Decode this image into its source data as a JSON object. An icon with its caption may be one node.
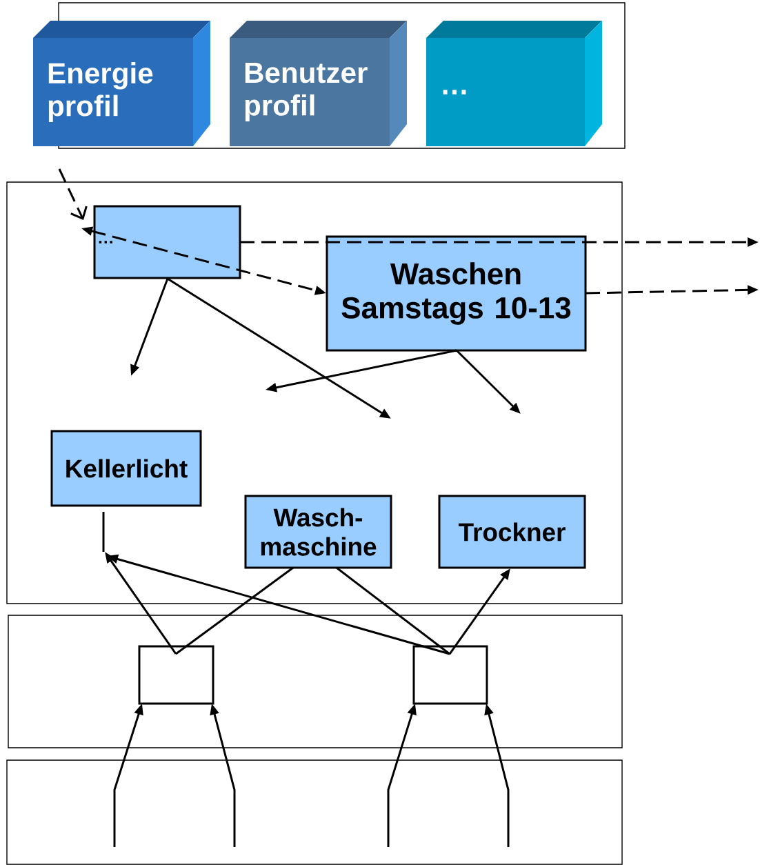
{
  "diagram": {
    "nodes": [
      {
        "text": [],
        "shape": "box"
      },
      {
        "text": [
          "Energie profil"
        ]
      },
      {
        "text": [
          "Benutzer profil"
        ],
        "in": 0
      },
      {
        "text": [
          "…"
        ],
        "in": 0
      },
      {
        "text": [],
        "shape": "box"
      },
      {
        "text": [
          "…"
        ],
        "in": 4
      },
      {
        "text": [
          "Waschen Samstags 10-13"
        ],
        "in": 4
      },
      {
        "text": [
          "Kellerlicht"
        ],
        "in": 4
      },
      {
        "text": [
          "Wasch- maschine"
        ],
        "in": 4
      },
      {
        "text": [
          "Trockner"
        ],
        "in": 4
      },
      {
        "text": [],
        "shape": "box"
      },
      {
        "text": [],
        "shape": "box",
        "in": 10
      },
      {
        "text": [],
        "shape": "box",
        "in": 10
      },
      {
        "text": [],
        "shape": "box"
      }
    ],
    "edges": [
      {
        "from": null,
        "to": 5,
        "arrow": "to",
        "style": "dashed"
      },
      {
        "from": 5,
        "to": 6,
        "arrow": "both",
        "style": "dashed"
      },
      {
        "from": 5,
        "to": null,
        "arrow": "to",
        "style": "dashed"
      },
      {
        "from": 6,
        "to": null,
        "arrow": "to",
        "style": "dashed"
      },
      {
        "from": 5,
        "to": null,
        "arrow": "to"
      },
      {
        "from": 5,
        "to": null,
        "arrow": "to"
      },
      {
        "from": 6,
        "to": null,
        "arrow": "to"
      },
      {
        "from": 6,
        "to": null,
        "arrow": "to"
      },
      {
        "from": 11,
        "to": 7,
        "arrow": "to"
      },
      {
        "from": 12,
        "to": 7,
        "arrow": "to"
      },
      {
        "from": 11,
        "to": 8,
        "arrow": "none"
      },
      {
        "from": 12,
        "to": 8,
        "arrow": "none"
      },
      {
        "from": 12,
        "to": 9,
        "arrow": "to"
      },
      {
        "from": 13,
        "to": 11,
        "arrow": "to"
      },
      {
        "from": 13,
        "to": 11,
        "arrow": "to"
      },
      {
        "from": 13,
        "to": 12,
        "arrow": "to"
      },
      {
        "from": 13,
        "to": 12,
        "arrow": "to"
      }
    ]
  }
}
